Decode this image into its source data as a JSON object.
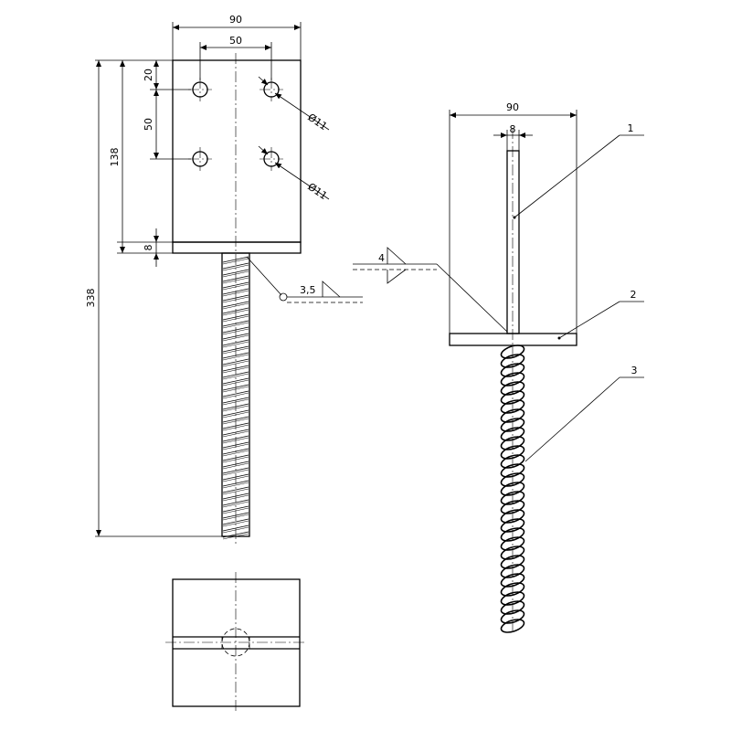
{
  "front_view": {
    "plate_width": "90",
    "hole_spacing": "50",
    "top_offset": "20",
    "hole_pitch": "50",
    "plate_height": "138",
    "base_thickness": "8",
    "total_height": "338",
    "hole_dia_1": "Ø11",
    "hole_dia_2": "Ø11",
    "weld_size": "3,5"
  },
  "side_view": {
    "plate_width": "90",
    "plate_thickness": "8",
    "weld_size": "4",
    "callout_1": "1",
    "callout_2": "2",
    "callout_3": "3"
  },
  "colors": {
    "line": "#000000",
    "background": "#ffffff"
  }
}
